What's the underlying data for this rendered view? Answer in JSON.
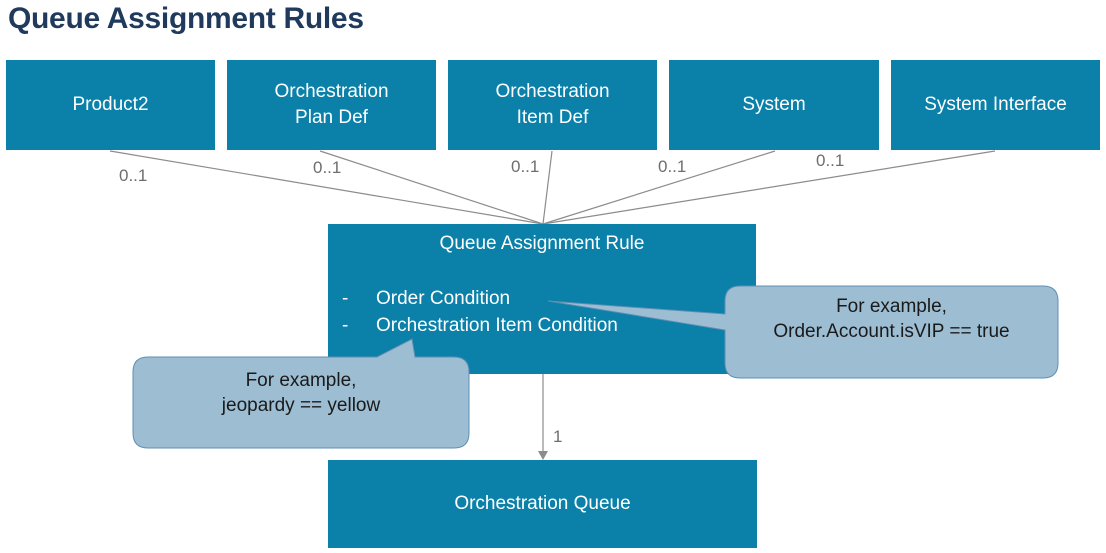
{
  "title": "Queue Assignment Rules",
  "entities": [
    {
      "label": "Product2",
      "multiplicity": "0..1"
    },
    {
      "label": "Orchestration\nPlan Def",
      "multiplicity": "0..1"
    },
    {
      "label": "Orchestration\nItem Def",
      "multiplicity": "0..1"
    },
    {
      "label": "System",
      "multiplicity": "0..1"
    },
    {
      "label": "System Interface",
      "multiplicity": "0..1"
    }
  ],
  "rule": {
    "title": "Queue Assignment Rule",
    "conditions": [
      {
        "bullet": "-",
        "text": "Order Condition"
      },
      {
        "bullet": "-",
        "text": "Orchestration Item Condition"
      }
    ]
  },
  "callouts": {
    "order": {
      "line1": "For example,",
      "line2": "Order.Account.isVIP == true"
    },
    "item": {
      "line1": "For example,",
      "line2": "jeopardy == yellow"
    }
  },
  "queue": {
    "label": "Orchestration Queue",
    "multiplicity": "1"
  },
  "colors": {
    "box": "#0b80a8",
    "callout": "#9dbdd3",
    "title": "#1f3a5c",
    "line": "#8c8c8c"
  }
}
